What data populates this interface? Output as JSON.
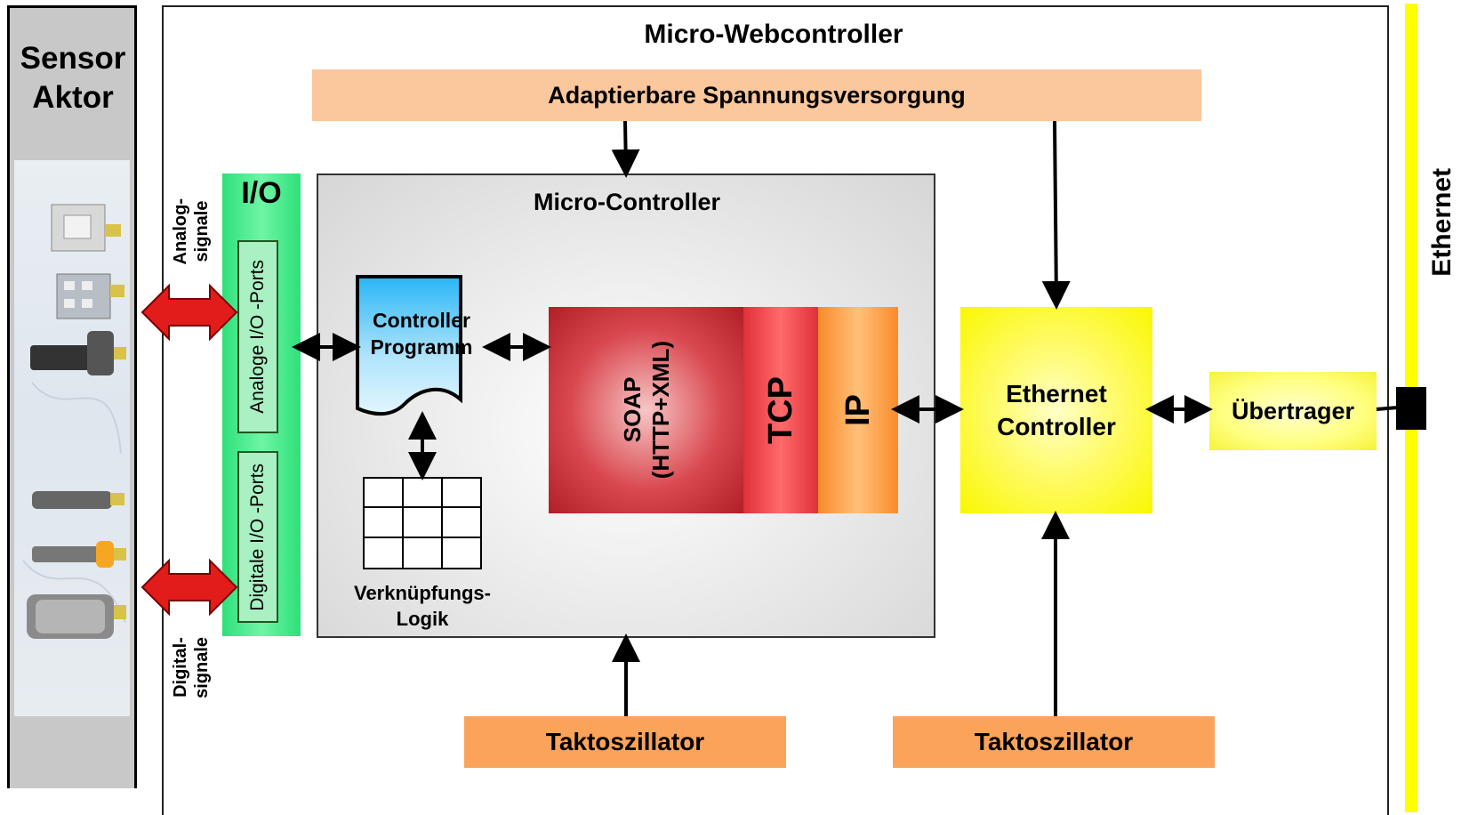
{
  "sensor": {
    "title_line1": "Sensor",
    "title_line2": "Aktor"
  },
  "main": {
    "title": "Micro-Webcontroller"
  },
  "power_supply": {
    "label": "Adaptierbare Spannungsversorgung"
  },
  "io": {
    "title": "I/O",
    "analog_ports": "Analoge I/O -Ports",
    "digital_ports": "Digitale I/O -Ports",
    "analog_signals_line1": "Analog-",
    "analog_signals_line2": "signale",
    "digital_signals_line1": "Digital-",
    "digital_signals_line2": "signale"
  },
  "micro_controller": {
    "title": "Micro-Controller",
    "program_line1": "Controller",
    "program_line2": "Programm",
    "logic_line1": "Verknüpfungs-",
    "logic_line2": "Logik",
    "soap_line1": "SOAP",
    "soap_line2": "(HTTP+XML)",
    "tcp": "TCP",
    "ip": "IP"
  },
  "ethernet_controller": {
    "line1": "Ethernet",
    "line2": "Controller"
  },
  "transformer": {
    "label": "Übertrager"
  },
  "clock_1": {
    "label": "Taktoszillator"
  },
  "clock_2": {
    "label": "Taktoszillator"
  },
  "ethernet_bus": {
    "label": "Ethernet"
  },
  "colors": {
    "power_bar": "#fbc79c",
    "io_green": "#2ee07a",
    "soap_red": "#b01e26",
    "tcp_red": "#e0303a",
    "ip_orange": "#f98b2a",
    "ethernet_yellow": "#ffff00",
    "clock_orange": "#fba35a",
    "program_blue": "#4fc3f7"
  }
}
